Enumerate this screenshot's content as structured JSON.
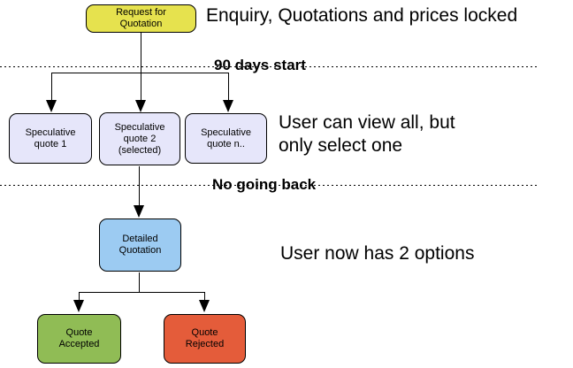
{
  "nodes": {
    "request": {
      "label": "Request for Quotation"
    },
    "spec1": {
      "label": "Speculative quote 1"
    },
    "spec2": {
      "label": "Speculative quote 2 (selected)"
    },
    "specn": {
      "label": "Speculative quote n.."
    },
    "detailed": {
      "label": "Detailed Quotation"
    },
    "accepted": {
      "label": "Quote Accepted"
    },
    "rejected": {
      "label": "Quote Rejected"
    }
  },
  "annotations": {
    "top": "Enquiry, Quotations and prices locked",
    "middle_line1": "User can view all, but",
    "middle_line2": "only select one",
    "bottom": "User now has 2 options"
  },
  "milestones": {
    "first": "90 days start",
    "second": "No going back"
  },
  "colors": {
    "request_fill": "#E6E24E",
    "speculative_fill": "#E6E6FA",
    "detailed_fill": "#9CCBF2",
    "accepted_fill": "#90BC55",
    "rejected_fill": "#E45C3A",
    "line": "#000000"
  }
}
